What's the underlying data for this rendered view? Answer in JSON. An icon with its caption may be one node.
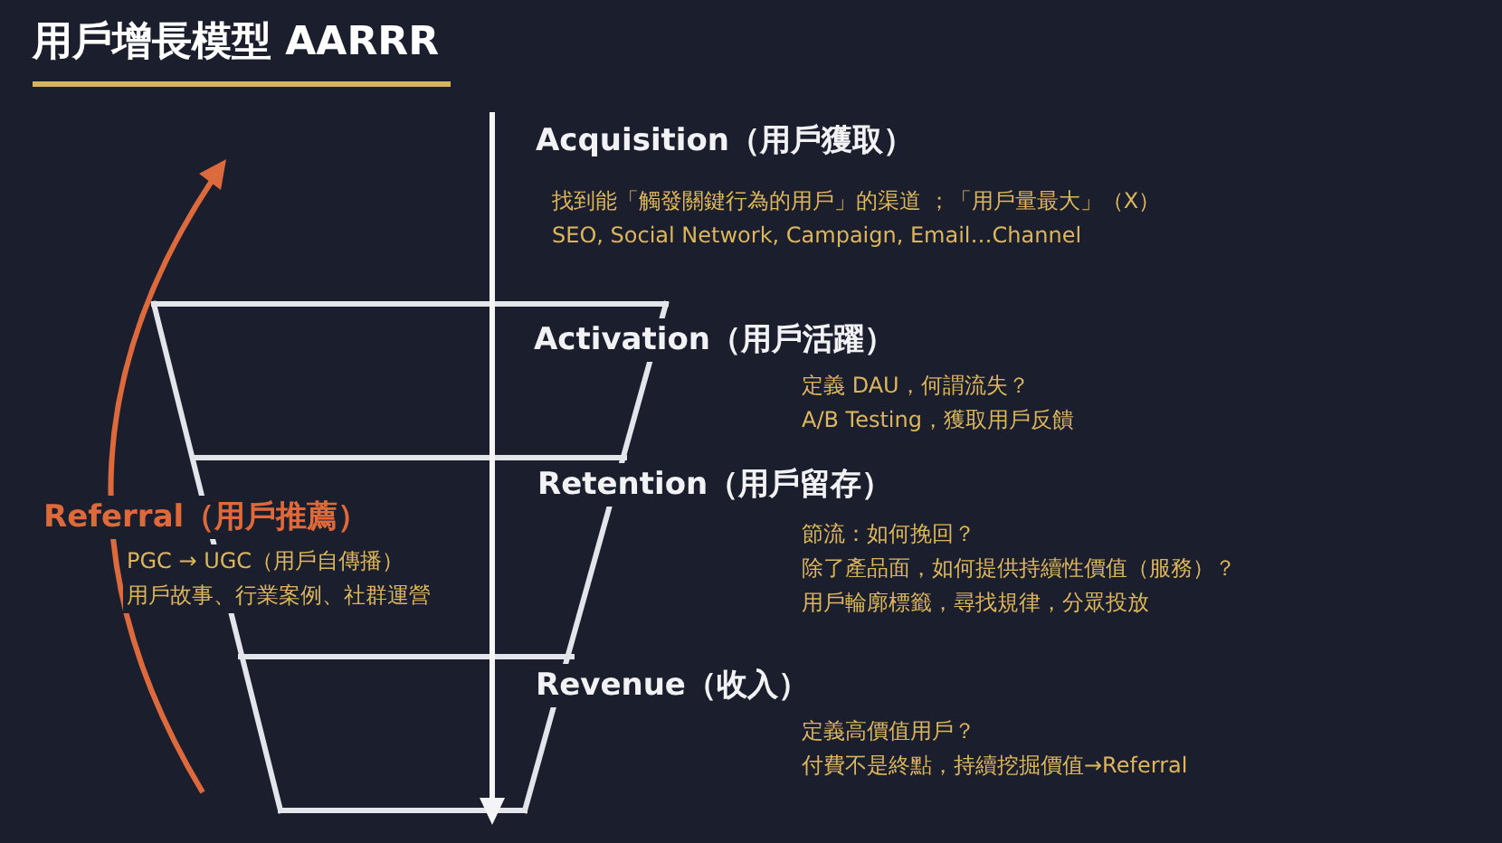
{
  "diagram": {
    "title": "用戶增長模型 AARRR",
    "labels": [
      "Acquisition（用戶獲取）",
      "找到能「觸發關鍵行為的用戶」的渠道 ；「用戶量最大」（X）",
      "SEO, Social Network, Campaign, Email…Channel",
      "Activation（用戶活躍）",
      "定義 DAU，何謂流失？",
      "A/B Testing，獲取用戶反饋",
      "Retention（用戶留存）",
      "節流：如何挽回？",
      "除了產品面，如何提供持續性價值（服務）？",
      "用戶輪廓標籤，尋找規律，分眾投放",
      "Revenue（收入）",
      "定義高價值用戶？",
      "付費不是終點，持續挖掘價值→Referral",
      "Referral（用戶推薦）",
      "PGC → UGC（用戶自傳播）",
      "用戶故事、行業案例、社群運營"
    ]
  }
}
